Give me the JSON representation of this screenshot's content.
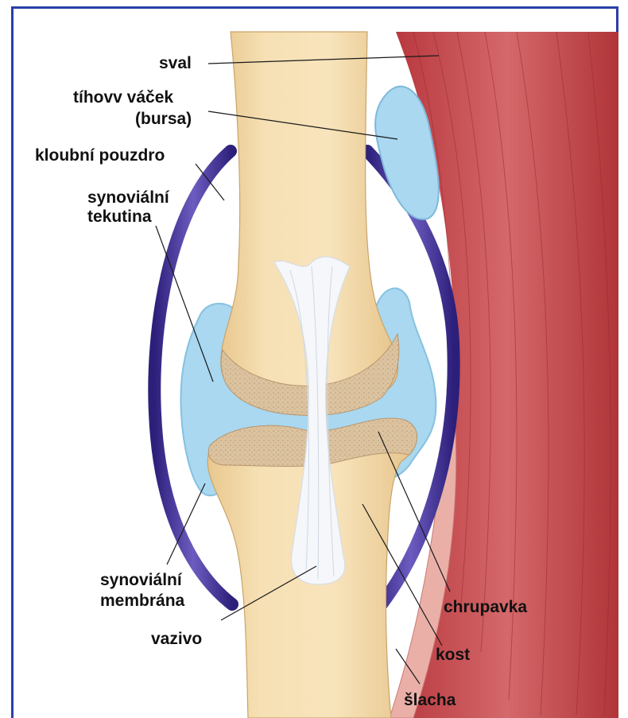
{
  "title": "",
  "colors": {
    "frame": "#2a3fa8",
    "bone": "#f3d9a8",
    "bone_shade": "#e8c78e",
    "cartilage": "#d8bd98",
    "synovial_fluid": "#a9d8f0",
    "capsule": "#3e2f8f",
    "ligament": "#ffffff",
    "muscle": "#c84b4e",
    "tendon": "#e8a6a0"
  },
  "labels": {
    "sval": "sval",
    "bursa_line1": "tíhovv váček",
    "bursa_line2": "(bursa)",
    "capsule": "kloubní pouzdro",
    "fluid_line1": "synoviální",
    "fluid_line2": "tekutina",
    "membrane_line1": "synoviální",
    "membrane_line2": "membrána",
    "ligament": "vazivo",
    "cartilage": "chrupavka",
    "bone": "kost",
    "tendon": "šlacha"
  }
}
